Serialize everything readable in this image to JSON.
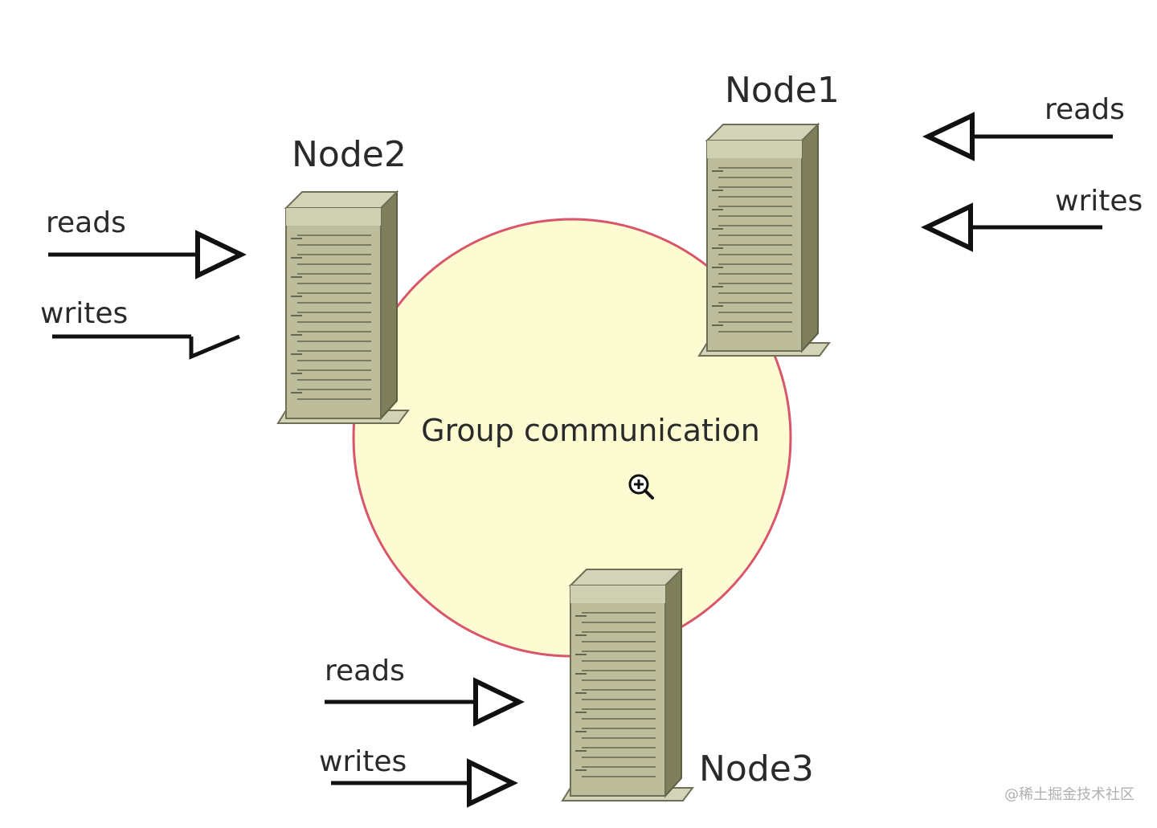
{
  "diagram": {
    "center_label": "Group communication",
    "colors": {
      "circle_fill": "#fdfbd2",
      "circle_stroke": "#d9556a",
      "server_front": "#bdbd9c",
      "server_side": "#7f7f5c",
      "server_top": "#d3d3b8",
      "server_lines": "#7a7a62"
    },
    "nodes": [
      {
        "id": "node1",
        "label": "Node1",
        "inputs": [
          {
            "label": "reads"
          },
          {
            "label": "writes"
          }
        ]
      },
      {
        "id": "node2",
        "label": "Node2",
        "inputs": [
          {
            "label": "reads"
          },
          {
            "label": "writes"
          }
        ]
      },
      {
        "id": "node3",
        "label": "Node3",
        "inputs": [
          {
            "label": "reads"
          },
          {
            "label": "writes"
          }
        ]
      }
    ],
    "zoom_icon": "zoom-in-magnifier-icon"
  },
  "watermark": "@稀土掘金技术社区"
}
